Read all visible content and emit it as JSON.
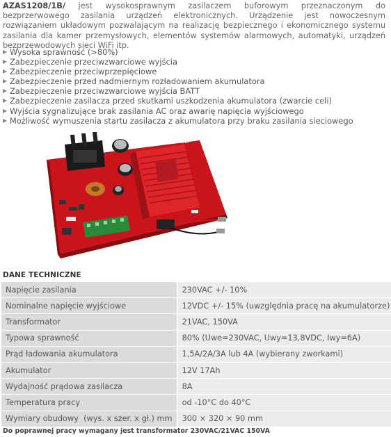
{
  "intro": {
    "model": "AZAS1208/1B/",
    "text": " jest wysokosprawnym zasilaczem buforowym przeznaczonym do bezprzerwowego zasilania urządzeń elektronicznych. Urządzenie jest nowoczesnym rozwiązaniem układowym pozwalającym na realizację bezpiecznego i ekonomicznego systemu zasilania dla kamer przemysłowych, elementów systemów alarmowych, automatyki, urządzeń bezprzewodowych sieci WiFi itp."
  },
  "features": [
    "Wysoka sprawność (>80%)",
    "Zabezpieczenie przeciwzwarciowe wyjścia",
    "Zabezpieczenie przeciwprzepięciowe",
    "Zabezpieczenie przed nadmiernym rozładowaniem akumulatora",
    "Zabezpieczenie przeciwzwarciowe wyjścia BATT",
    "Zabezpieczenie zasilacza przed skutkami uszkodzenia akumulatora (zwarcie celi)",
    "Wyjścia sygnalizujące brak zasilania AC oraz awarię napięcia wyjściowego",
    "Możliwość wymuszenia startu zasilacza z akumulatora przy braku zasilania sieciowego"
  ],
  "photo": {
    "board_label": "AZAS1208/1B"
  },
  "section_title": "DANE TECHNICZNE",
  "spec": [
    {
      "label": "Napięcie zasilania",
      "value": "230VAC +/- 10%"
    },
    {
      "label": "Nominalne napięcie wyjściowe",
      "value": "12VDC +/- 15% (uwzględnia pracę na akumulatorze)"
    },
    {
      "label": "Transformator",
      "value": "21VAC, 150VA"
    },
    {
      "label": "Typowa sprawność",
      "value": "80% (Uwe=230VAC, Uwy=13,8VDC, Iwy=6A)"
    },
    {
      "label": "Prąd ładowania akumulatora",
      "value": "1,5A/2A/3A lub 4A (wybierany zworkami)"
    },
    {
      "label": "Akumulator",
      "value": "12V 17Ah"
    },
    {
      "label": "Wydajność prądowa zasilacza",
      "value": "8A"
    },
    {
      "label": "Temperatura pracy",
      "value": "od -10°C do 40°C"
    },
    {
      "label": "Wymiary obudowy  (wys. x szer. x gł.) mm",
      "value": "300 × 320 × 90 mm"
    }
  ],
  "footer": "Do poprawnej pracy wymagany jest transformator 230VAC/21VAC 150VA",
  "colors": {
    "board": "#c8141a",
    "heatsink": "#e0252a",
    "spec_key_bg": "#dcdcdc",
    "spec_val_bg": "#ececec"
  }
}
